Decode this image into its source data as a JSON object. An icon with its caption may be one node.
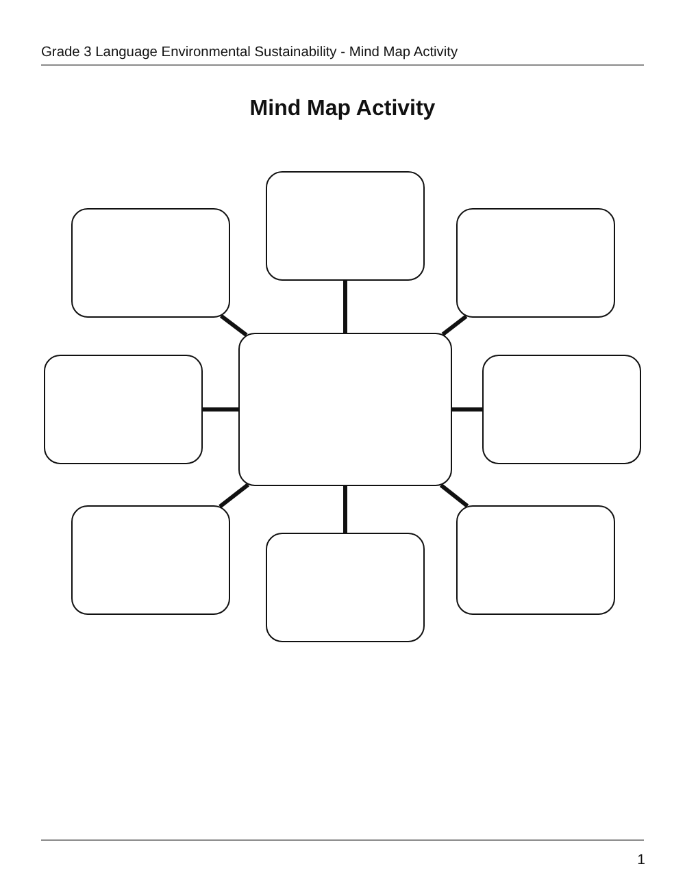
{
  "diagram": {
    "title": "Mind Map Activity",
    "nodes": [
      {
        "text": [],
        "shape": "box"
      },
      {
        "text": [],
        "shape": "box"
      },
      {
        "text": [],
        "shape": "box"
      },
      {
        "text": [],
        "shape": "box"
      },
      {
        "text": [],
        "shape": "box"
      },
      {
        "text": [],
        "shape": "box"
      },
      {
        "text": [],
        "shape": "box"
      },
      {
        "text": [],
        "shape": "box"
      },
      {
        "text": [],
        "shape": "box"
      }
    ],
    "edges": [
      {
        "from": 4,
        "to": 0,
        "arrow": "none"
      },
      {
        "from": 4,
        "to": 1,
        "arrow": "none"
      },
      {
        "from": 4,
        "to": 2,
        "arrow": "none"
      },
      {
        "from": 4,
        "to": 3,
        "arrow": "none"
      },
      {
        "from": 4,
        "to": 5,
        "arrow": "none"
      },
      {
        "from": 4,
        "to": 6,
        "arrow": "none"
      },
      {
        "from": 4,
        "to": 7,
        "arrow": "none"
      },
      {
        "from": 4,
        "to": 8,
        "arrow": "none"
      }
    ],
    "labels": [
      "Grade 3 Language Environmental Sustainability - Mind Map Activity",
      "1"
    ]
  }
}
